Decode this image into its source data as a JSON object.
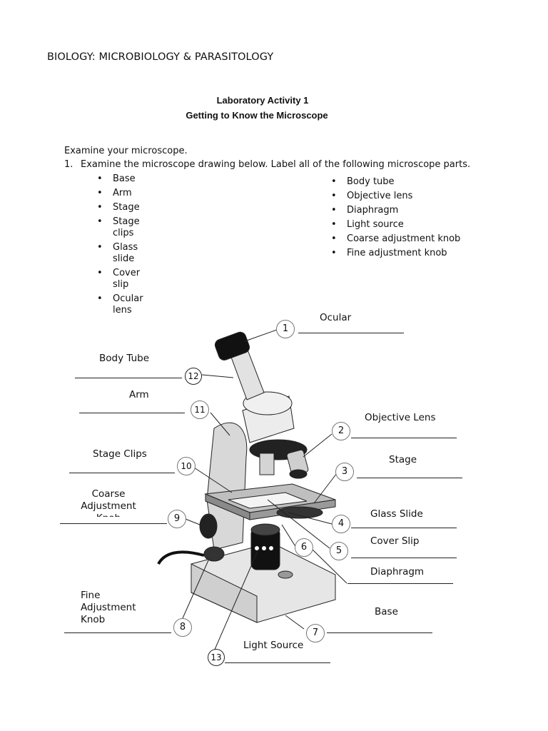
{
  "header": "BIOLOGY: MICROBIOLOGY & PARASITOLOGY",
  "title_line1": "Laboratory Activity 1",
  "title_line2": "Getting to Know the Microscope",
  "intro": "Examine your microscope.",
  "instruction_number": "1.",
  "instruction": "Examine the microscope drawing below. Label all of the following microscope parts.",
  "parts_left": [
    "Base",
    "Arm",
    "Stage",
    "Stage clips",
    "Glass slide",
    "Cover slip",
    "Ocular lens"
  ],
  "parts_right": [
    "Body tube",
    "Objective lens",
    "Diaphragm",
    "Light source",
    "Coarse adjustment knob",
    "Fine adjustment knob"
  ],
  "labels": {
    "ocular": "Ocular",
    "body_tube": "Body Tube",
    "arm": "Arm",
    "objective_lens": "Objective Lens",
    "stage_clips": "Stage Clips",
    "stage": "Stage",
    "coarse": "Coarse Adjustment Knob",
    "glass_slide": "Glass Slide",
    "cover_slip": "Cover Slip",
    "diaphragm": "Diaphragm",
    "fine": "Fine Adjustment Knob",
    "base": "Base",
    "light_source": "Light Source"
  },
  "markers": [
    "1",
    "2",
    "3",
    "4",
    "5",
    "6",
    "7",
    "8",
    "9",
    "10",
    "11",
    "12",
    "13"
  ]
}
